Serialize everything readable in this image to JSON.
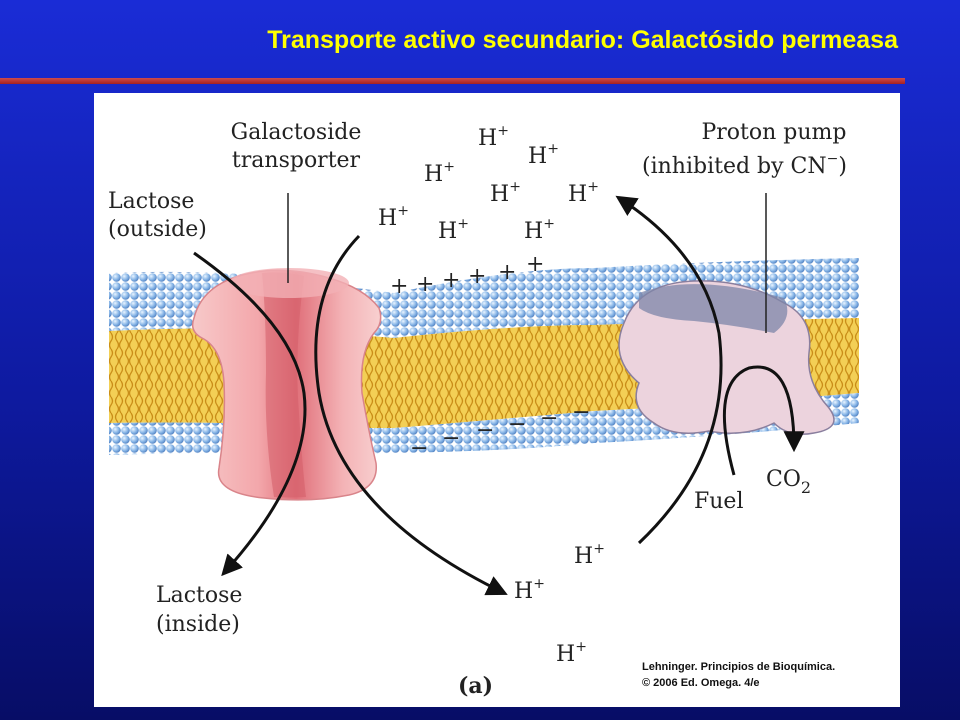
{
  "slide": {
    "title": "Transporte activo secundario: Galactósido permeasa"
  },
  "figure": {
    "labels": {
      "galactoside_transporter_line1": "Galactoside",
      "galactoside_transporter_line2": "transporter",
      "lactose_outside_line1": "Lactose",
      "lactose_outside_line2": "(outside)",
      "proton_pump_line1": "Proton pump",
      "proton_pump_line2": "(inhibited by CN",
      "proton_pump_line2_sup": "−",
      "proton_pump_line2_end": ")",
      "lactose_inside_line1": "Lactose",
      "lactose_inside_line2": "(inside)",
      "fuel": "Fuel",
      "co2_main": "CO",
      "co2_sub": "2",
      "panel_letter": "(a)"
    },
    "proton_symbol": "H",
    "proton_charge": "+",
    "positive_charge": "+",
    "negative_charge": "−",
    "credit_line1": "Lehninger. Principios de Bioquímica.",
    "credit_line2": "© 2006 Ed. Omega. 4/e"
  }
}
